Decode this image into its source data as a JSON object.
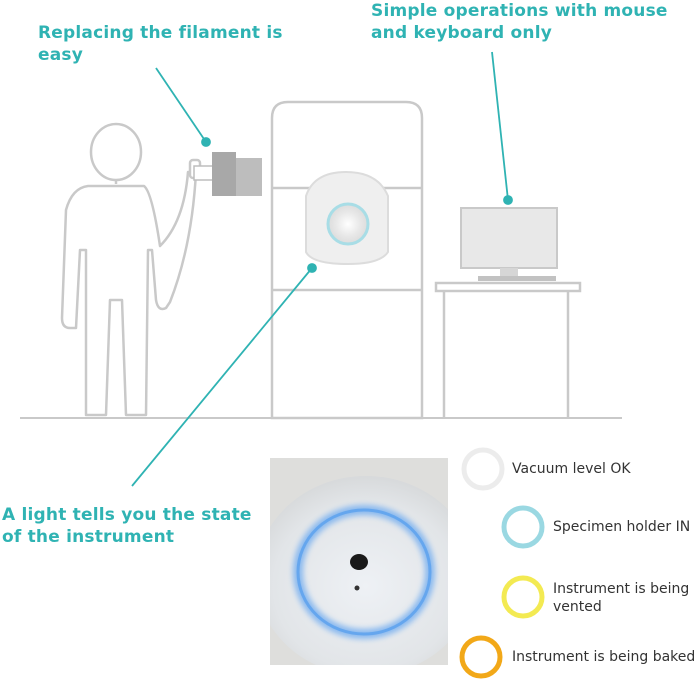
{
  "callouts": {
    "filament": "Replacing the filament is easy",
    "operations": "Simple operations with mouse and keyboard only",
    "light": "A light tells you the state of the instrument"
  },
  "legend": [
    {
      "label": "Vacuum level OK",
      "ring_color": "#ececec"
    },
    {
      "label": "Specimen holder IN",
      "ring_color": "#9ad8e2"
    },
    {
      "label": "Instrument is being vented",
      "ring_color": "#f3ea52"
    },
    {
      "label": "Instrument is being baked",
      "ring_color": "#f2a818"
    }
  ],
  "colors": {
    "accent": "#2fb3b3",
    "outline": "#c9c9c9",
    "panel": "#cfcfcf",
    "text": "#333333"
  }
}
